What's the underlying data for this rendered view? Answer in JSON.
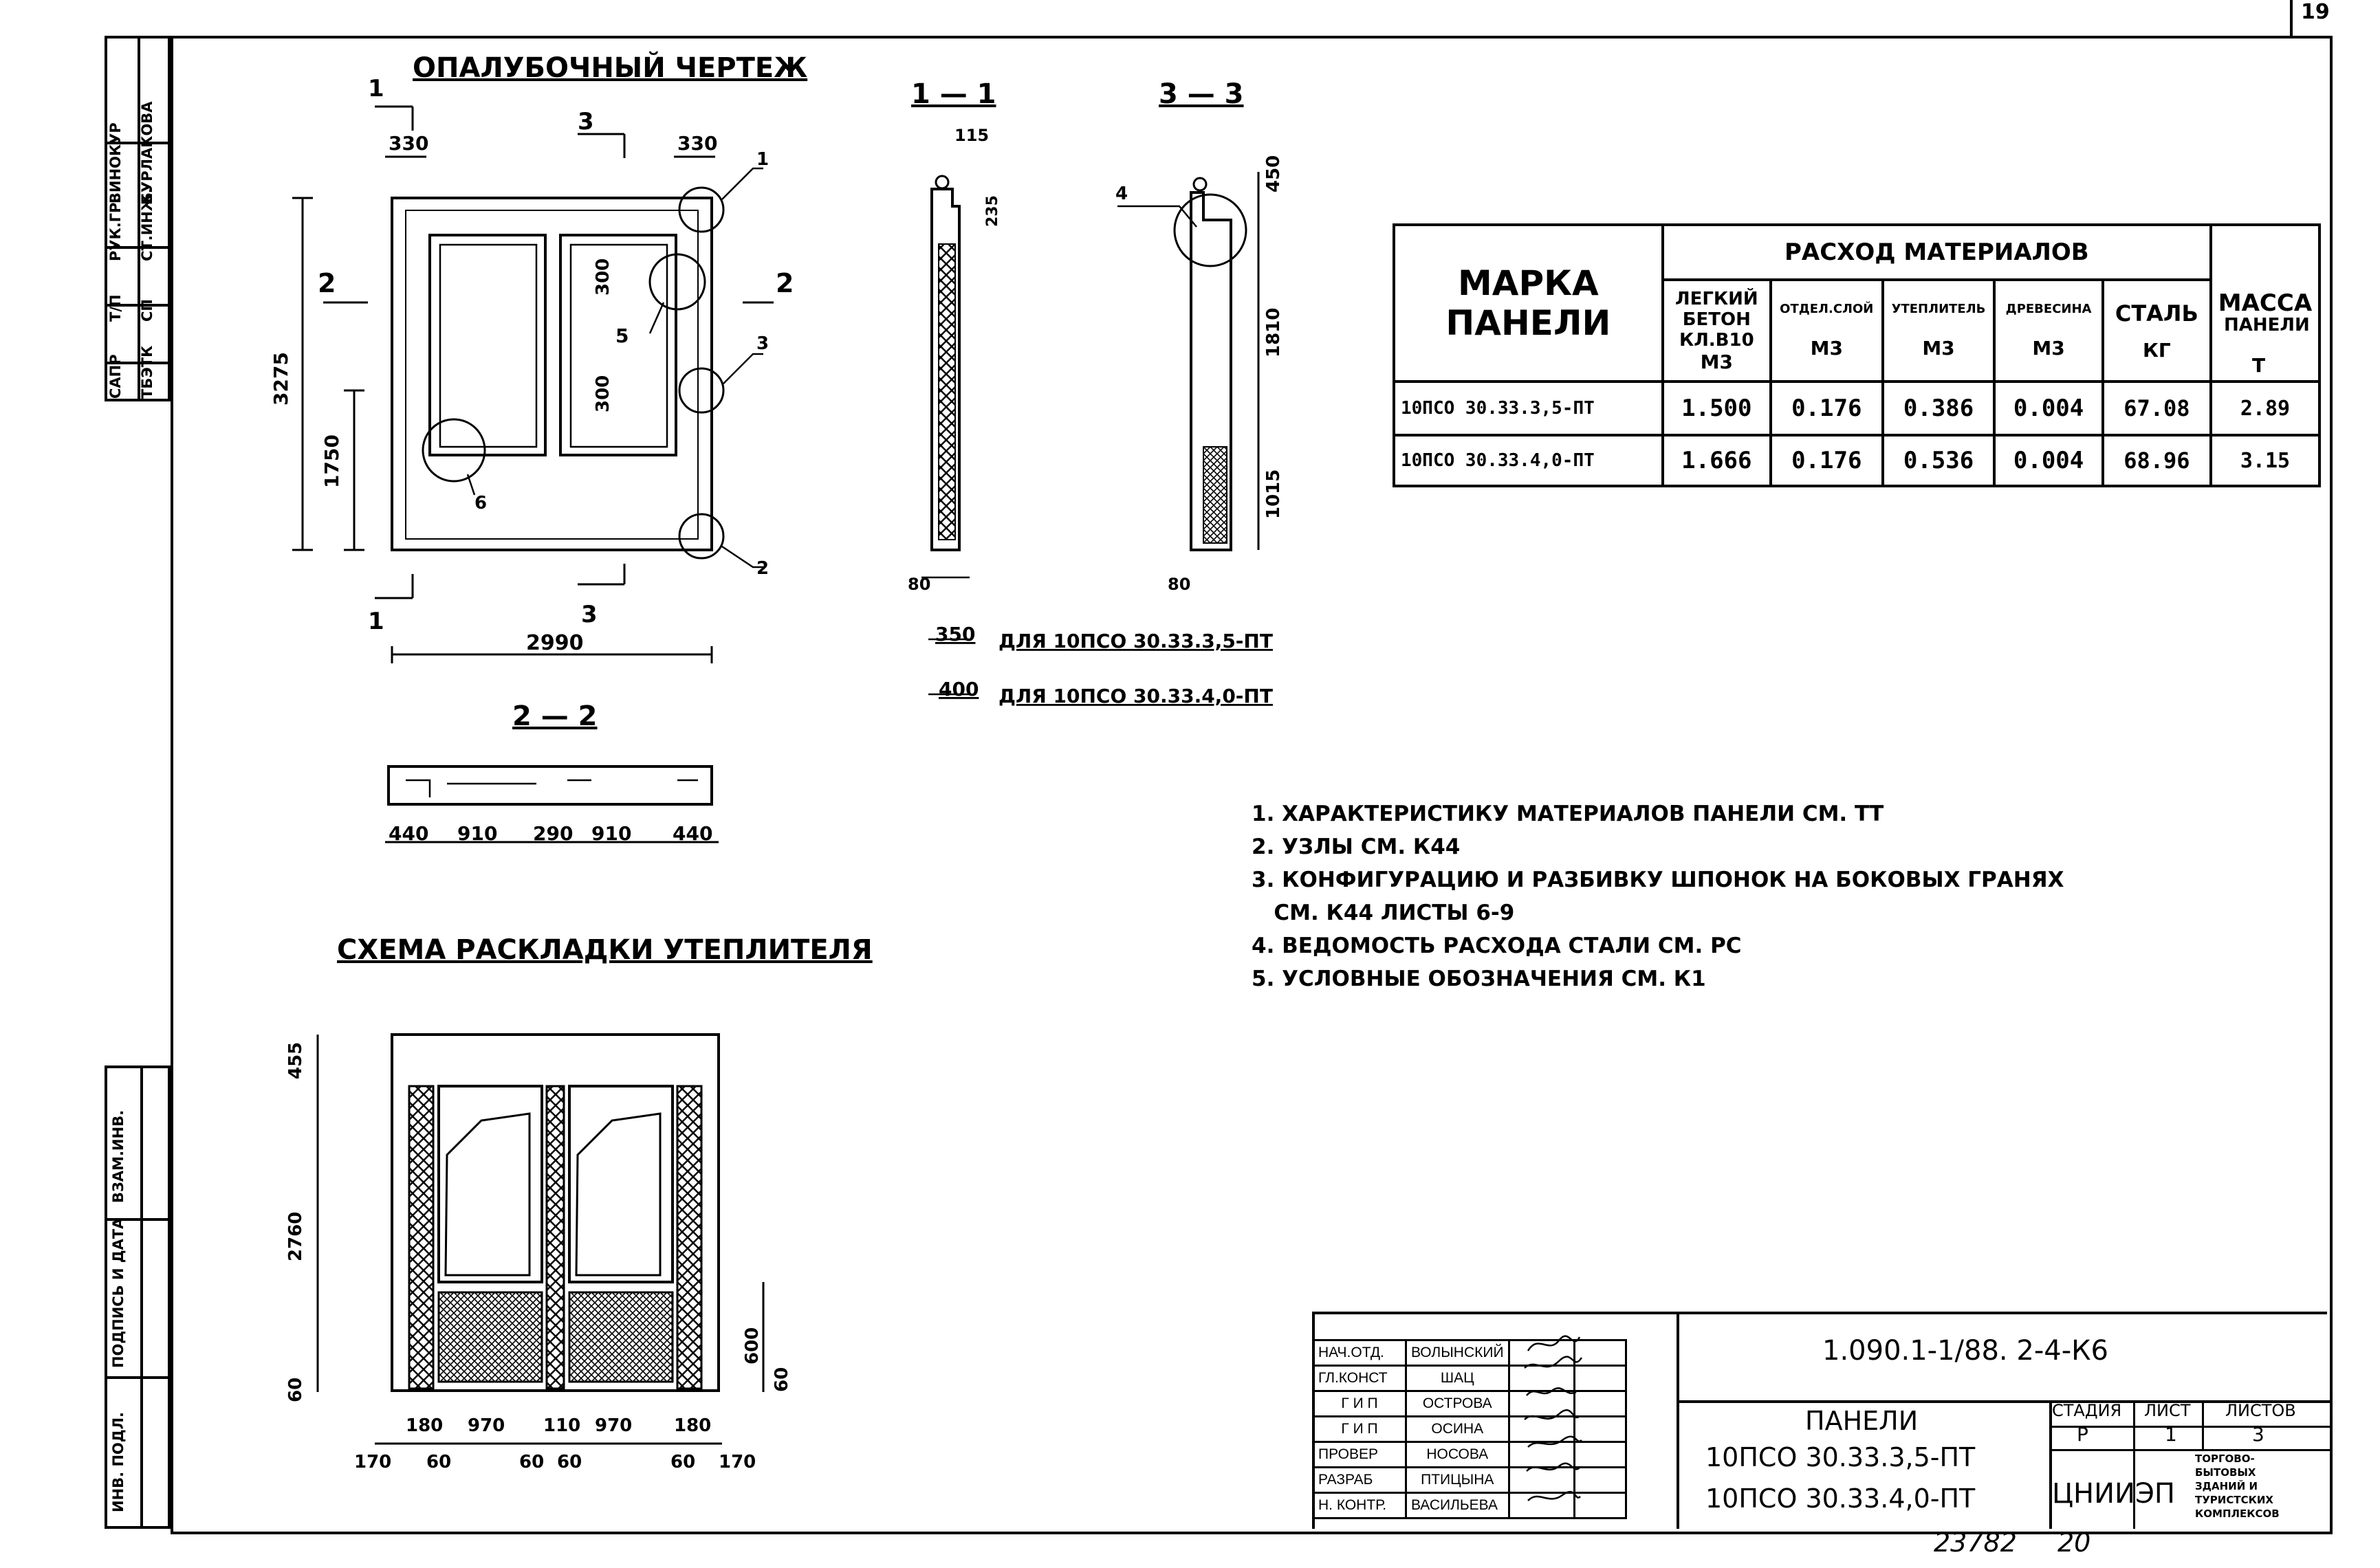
{
  "sheet": {
    "page_number": "19",
    "doc_code": "1.090.1-1/88. 2-4-К6",
    "title": "ПАНЕЛИ",
    "marks": [
      "10ПСО 30.33.3,5-ПТ",
      "10ПСО 30.33.4,0-ПТ"
    ],
    "stage_header": "СТАДИЯ",
    "sheet_header": "ЛИСТ",
    "sheets_header": "ЛИСТОВ",
    "stage": "Р",
    "sheet_no": "1",
    "sheets_total": "3",
    "org": "ЦНИИЭП",
    "org_desc": [
      "ТОРГОВО-",
      "БЫТОВЫХ",
      "ЗДАНИЙ И",
      "ТУРИСТСКИХ",
      "КОМПЛЕКСОВ"
    ],
    "inventory": "23782",
    "format_no": "20"
  },
  "left_stamp": {
    "top": [
      "САПР",
      "Т/П",
      "РУК.ГР.",
      "ВИНОКУР"
    ],
    "top_right": [
      "ТБЭТК",
      "СП",
      "СТ.ИНЖ.",
      "БУРЛАКОВА"
    ],
    "bottom": [
      "ВЗАМ.ИНВ.",
      "ПОДПИСЬ И ДАТА",
      "ИНВ. ПОДЛ."
    ]
  },
  "signatures": [
    {
      "role": "НАЧ.ОТД.",
      "name": "ВОЛЫНСКИЙ"
    },
    {
      "role": "ГЛ.КОНСТ",
      "name": "ШАЦ"
    },
    {
      "role": "Г И П",
      "name": "ОСТРОВА"
    },
    {
      "role": "Г И П",
      "name": "ОСИНА"
    },
    {
      "role": "ПРОВЕР",
      "name": "НОСОВА"
    },
    {
      "role": "РАЗРАБ",
      "name": "ПТИЦЫНА"
    },
    {
      "role": "Н. КОНТР.",
      "name": "ВАСИЛЬЕВА"
    }
  ],
  "drawing_titles": {
    "formwork": "ОПАЛУБОЧНЫЙ ЧЕРТЕЖ",
    "sec11": "1 — 1",
    "sec33": "3 — 3",
    "sec22": "2 — 2",
    "insulation": "СХЕМА РАСКЛАДКИ УТЕПЛИТЕЛЯ"
  },
  "section_notes": [
    {
      "dim": "350",
      "text": "ДЛЯ 10ПСО 30.33.3,5-ПТ"
    },
    {
      "dim": "400",
      "text": "ДЛЯ 10ПСО 30.33.4,0-ПТ"
    }
  ],
  "table": {
    "col_mark": "МАРКА ПАНЕЛИ",
    "mark_line1": "МАРКА",
    "mark_line2": "ПАНЕЛИ",
    "col_materials": "РАСХОД МАТЕРИАЛОВ",
    "col_mass_line1": "МАССА",
    "col_mass_line2": "ПАНЕЛИ",
    "sub_headers": [
      {
        "lines": [
          "ЛЕГКИЙ",
          "БЕТОН",
          "КЛ.В10"
        ],
        "unit": "М3"
      },
      {
        "lines": [
          "ОТДЕЛ.СЛОЙ"
        ],
        "unit": "М3"
      },
      {
        "lines": [
          "УТЕПЛИТЕЛЬ"
        ],
        "unit": "М3"
      },
      {
        "lines": [
          "ДРЕВЕСИНА"
        ],
        "unit": "М3"
      },
      {
        "lines": [
          "СТАЛЬ"
        ],
        "unit": "КГ"
      }
    ],
    "mass_unit": "Т",
    "rows": [
      {
        "mark": "10ПСО 30.33.3,5-ПТ",
        "values": [
          "1.500",
          "0.176",
          "0.386",
          "0.004",
          "67.08",
          "2.89"
        ]
      },
      {
        "mark": "10ПСО 30.33.4,0-ПТ",
        "values": [
          "1.666",
          "0.176",
          "0.536",
          "0.004",
          "68.96",
          "3.15"
        ]
      }
    ]
  },
  "notes": [
    "1. ХАРАКТЕРИСТИКУ МАТЕРИАЛОВ ПАНЕЛИ СМ. ТТ",
    "2. УЗЛЫ СМ. К44",
    "3. КОНФИГУРАЦИЮ И РАЗБИВКУ ШПОНОК НА БОКОВЫХ ГРАНЯХ",
    "   СМ. К44 ЛИСТЫ 6-9",
    "4. ВЕДОМОСТЬ РАСХОДА СТАЛИ СМ. РС",
    "5. УСЛОВНЫЕ ОБОЗНАЧЕНИЯ СМ. К1"
  ],
  "dims": {
    "formwork": [
      "330",
      "330",
      "3275",
      "1750",
      "2990",
      "300",
      "300"
    ],
    "sec22": [
      "440",
      "910",
      "290",
      "910",
      "440"
    ],
    "sec11": [
      "115",
      "235",
      "80"
    ],
    "sec33": [
      "450",
      "1810",
      "1015",
      "80"
    ],
    "insulation_v": [
      "455",
      "2760",
      "60",
      "600",
      "60"
    ],
    "insulation_h_top": [
      "180",
      "970",
      "110",
      "970",
      "180"
    ],
    "insulation_h_bot": [
      "170",
      "60",
      "60",
      "60",
      "60",
      "170"
    ],
    "callouts": [
      "1",
      "2",
      "3",
      "5",
      "6",
      "4"
    ],
    "section_marks": [
      "1",
      "1",
      "2",
      "2",
      "3",
      "3"
    ]
  }
}
